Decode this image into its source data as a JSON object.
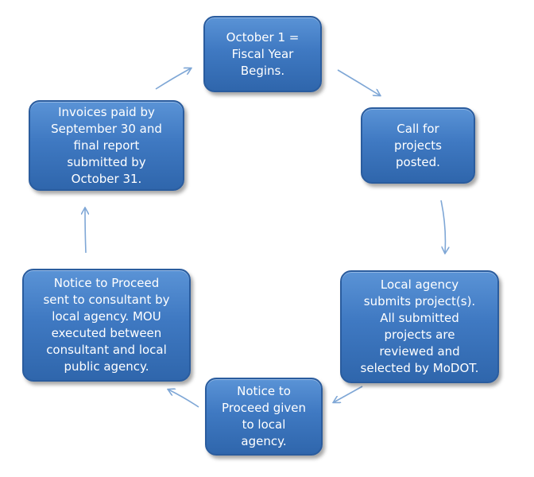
{
  "steps": [
    {
      "id": "fiscal-year",
      "text": "October 1 =\nFiscal Year\nBegins."
    },
    {
      "id": "call-for-projects",
      "text": "Call for\nprojects\nposted."
    },
    {
      "id": "agency-submits",
      "text": "Local agency\nsubmits project(s).\nAll submitted\nprojects are\nreviewed and\nselected by MoDOT."
    },
    {
      "id": "notice-given",
      "text": "Notice to\nProceed given\nto local\nagency."
    },
    {
      "id": "notice-sent",
      "text": "Notice to Proceed\nsent to consultant by\nlocal agency.  MOU\nexecuted between\nconsultant and local\npublic agency."
    },
    {
      "id": "invoices-paid",
      "text": "Invoices paid by\nSeptember 30 and\nfinal report\nsubmitted by\nOctober 31."
    }
  ],
  "colors": {
    "node_fill": "#3f79c2",
    "node_border": "#2a5c9e",
    "arrow": "#7fa7d6",
    "text": "#ffffff"
  }
}
